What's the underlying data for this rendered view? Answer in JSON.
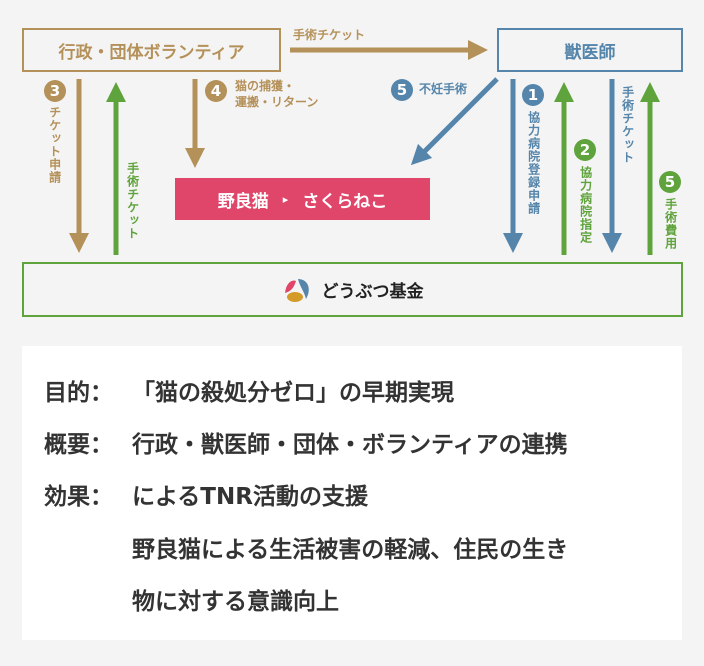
{
  "diagram": {
    "gov_box": "行政・団体ボランティア",
    "vet_box": "獣医師",
    "cat_box": {
      "from": "野良猫",
      "arrow": "▸",
      "to": "さくらねこ"
    },
    "fund_box": "どうぶつ基金",
    "top_arrow_label": "手術チケット",
    "step3": {
      "num": "3",
      "label": "チケット申請"
    },
    "gov_ticket_label": "手術チケット",
    "step4": {
      "num": "4",
      "line1": "猫の捕獲・",
      "line2": "運搬・リターン"
    },
    "step5_surgery": {
      "num": "5",
      "label": "不妊手術"
    },
    "step1": {
      "num": "1",
      "label": "協力病院登録申請"
    },
    "step2": {
      "num": "2",
      "label": "協力病院指定"
    },
    "vet_ticket_label": "手術チケット",
    "step5_fee": {
      "num": "5",
      "label": "手術費用"
    }
  },
  "summary": {
    "purpose_key": "目的：",
    "purpose": "「猫の殺処分ゼロ」の早期実現",
    "overview_key": "概要：",
    "overview": "行政・獣医師・団体・ボランティアの連携",
    "effect_key": "効果：",
    "effect_1": "によるTNR活動の支援",
    "effect_2": "野良猫による生活被害の軽減、住民の生き",
    "effect_3": "物に対する意識向上"
  },
  "colors": {
    "brown": "#b5915a",
    "green": "#5fa33c",
    "blue": "#5585aa",
    "pink": "#e0466a"
  }
}
